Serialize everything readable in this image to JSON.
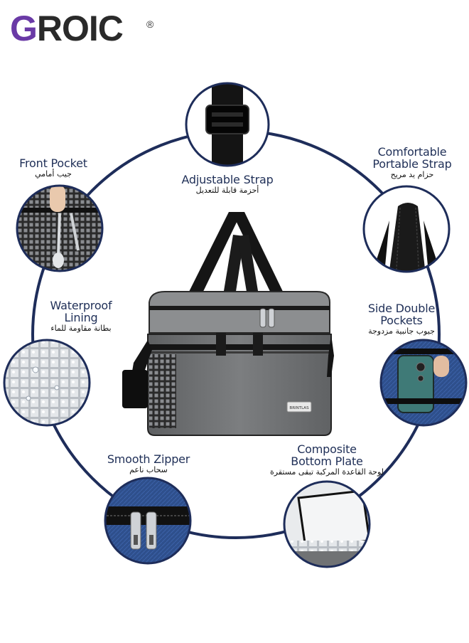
{
  "brand": {
    "logo_g": "G",
    "logo_rest": "ROIC",
    "registered": "®"
  },
  "product": {
    "bag_label": "BRINTLAS"
  },
  "features": {
    "adjustable_strap": {
      "en": "Adjustable Strap",
      "ar": "أحزمة قابلة للتعديل"
    },
    "front_pocket": {
      "en": "Front Pocket",
      "ar": "جيب أمامي"
    },
    "comfortable_strap": {
      "en_line1": "Comfortable",
      "en_line2": "Portable Strap",
      "ar": "حزام يد مريح"
    },
    "waterproof_lining": {
      "en_line1": "Waterproof",
      "en_line2": "Lining",
      "ar": "بطانة مقاومة للماء"
    },
    "side_pockets": {
      "en_line1": "Side Double",
      "en_line2": "Pockets",
      "ar": "جيوب جانبية مزدوجة"
    },
    "smooth_zipper": {
      "en": "Smooth Zipper",
      "ar": "سحاب ناعم"
    },
    "bottom_plate": {
      "en_line1": "Composite",
      "en_line2": "Bottom Plate",
      "ar": "لوحة القاعدة المركبة تبقى مستقرة"
    }
  },
  "colors": {
    "ring": "#1e2d5a",
    "label_text": "#1f2f57",
    "bag_gray": "#6f7173",
    "strap": "#161616"
  }
}
